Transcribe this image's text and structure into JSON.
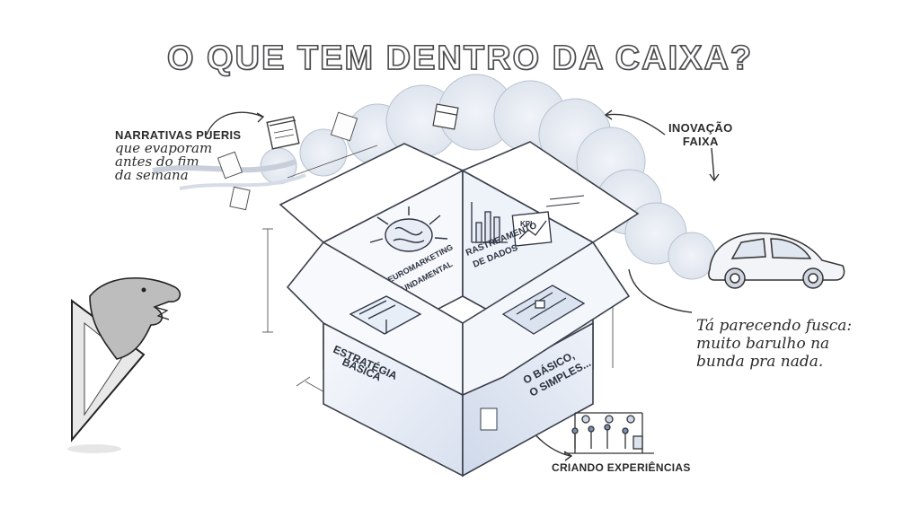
{
  "title": "O QUE TEM DENTRO DA CAIXA?",
  "annotations": {
    "narrativas_heading": "NARRATIVAS PUERIS",
    "narrativas_lines": [
      "que evaporam",
      "antes do fim",
      "da semana"
    ],
    "inovacao_lines": [
      "INOVAÇÃO",
      "FAIXA"
    ],
    "fusca_lines": [
      "Tá parecendo fusca:",
      "muito barulho na",
      "bunda pra nada."
    ],
    "criando": "CRIANDO EXPERIÊNCIAS"
  },
  "box_panels": {
    "neuro_lines": [
      "NEUROMARKETING",
      "FUNDAMENTAL"
    ],
    "rastreamento_lines": [
      "RASTREAMENTO",
      "DE DADOS"
    ],
    "kpi": "KPI",
    "estrategia_lines": [
      "ESTRATÉGIA",
      "BÁSICA"
    ],
    "basico_lines": [
      "O BÁSICO,",
      "O SIMPLES..."
    ]
  },
  "icons": [
    "calendar-icon",
    "document-icon",
    "brain-icon",
    "bar-chart-icon",
    "kpi-chart-icon",
    "blueprint-icon",
    "fusca-car-icon",
    "t-rex-icon",
    "stage-icon"
  ],
  "colors": {
    "ink": "#2b2b2b",
    "box_fill": "#f4f6fb",
    "box_shade": "#dde4f0",
    "smoke": "#e9edf4"
  }
}
